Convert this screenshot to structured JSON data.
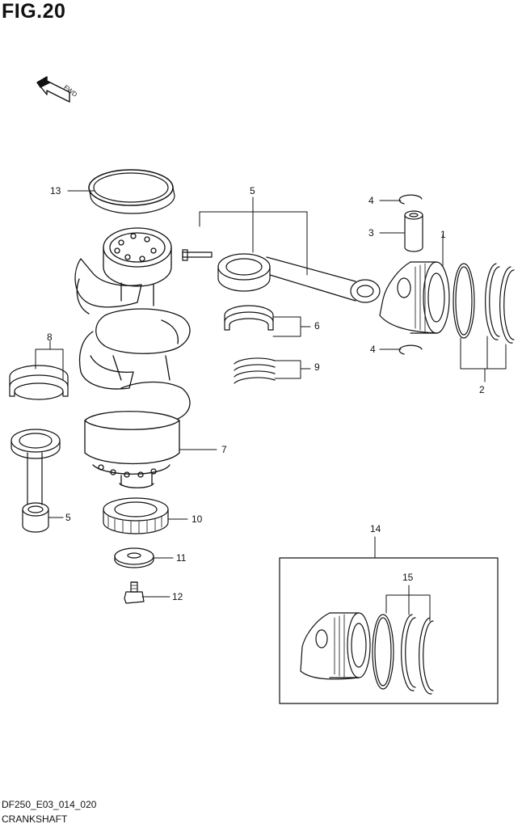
{
  "figure": {
    "title": "FIG.20",
    "direction_marker": "FWD"
  },
  "callouts": {
    "c1": "1",
    "c2": "2",
    "c3": "3",
    "c4a": "4",
    "c4b": "4",
    "c5a": "5",
    "c5b": "5",
    "c6": "6",
    "c7": "7",
    "c8": "8",
    "c9": "9",
    "c10": "10",
    "c11": "11",
    "c12": "12",
    "c13": "13",
    "c14": "14",
    "c15": "15"
  },
  "footer": {
    "code": "DF250_E03_014_020",
    "caption": "CRANKSHAFT"
  },
  "colors": {
    "line": "#111111",
    "background": "#ffffff"
  }
}
